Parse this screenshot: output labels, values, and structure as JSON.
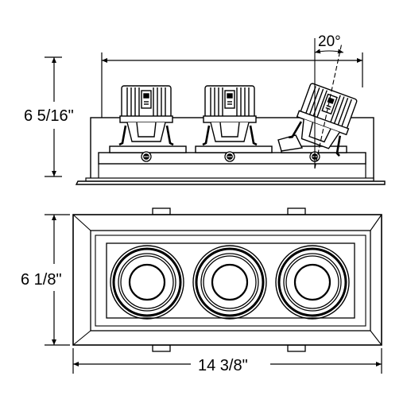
{
  "dimensions": {
    "height_side": "6 5/16\"",
    "height_front": "6 1/8\"",
    "width_front": "14 3/8\"",
    "tilt_angle": "20°"
  },
  "colors": {
    "line": "#000000",
    "fill": "#ffffff",
    "dimension_line": "#333333"
  }
}
